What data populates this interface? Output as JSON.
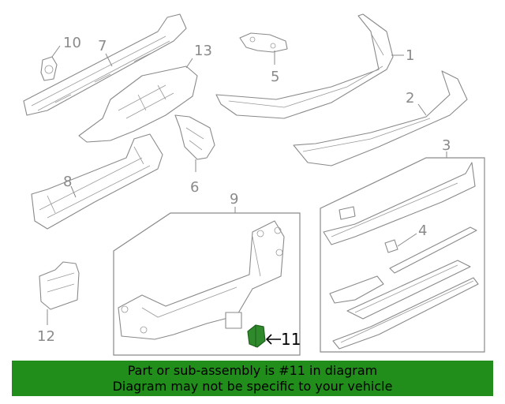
{
  "callouts": {
    "c1": "1",
    "c2": "2",
    "c3": "3",
    "c4": "4",
    "c5": "5",
    "c6": "6",
    "c7": "7",
    "c8": "8",
    "c9": "9",
    "c10": "10",
    "c11": "11",
    "c12": "12",
    "c13": "13"
  },
  "highlighted_part": "11",
  "colors": {
    "banner": "#218d1b",
    "highlight": "#2e8a2a",
    "line_art": "#8a8a8a"
  },
  "banner": {
    "line1": "Part or sub-assembly is #11 in diagram",
    "line2": "Diagram may not be specific to your vehicle"
  }
}
